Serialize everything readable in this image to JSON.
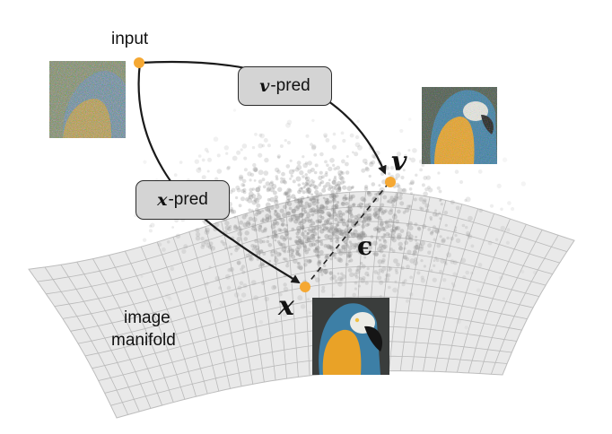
{
  "labels": {
    "input": "input",
    "manifold_line1": "image",
    "manifold_line2": "manifold"
  },
  "boxes": {
    "v_pred": {
      "symbol": "v",
      "suffix": "-pred"
    },
    "x_pred": {
      "symbol": "x",
      "suffix": "-pred"
    }
  },
  "math": {
    "v": "v",
    "x": "x",
    "epsilon": "ϵ"
  },
  "colors": {
    "point": "#f5a833",
    "box_fill": "#d4d4d4",
    "manifold_fill": "#e9e9e9",
    "manifold_grid": "#b9b9b9",
    "parrot_blue": "#3d7fa6",
    "parrot_yellow": "#e9a227",
    "cloud": "#8a8a8a"
  },
  "icons": [
    "noisy-parrot-image",
    "half-noisy-parrot-image",
    "clean-parrot-image"
  ]
}
